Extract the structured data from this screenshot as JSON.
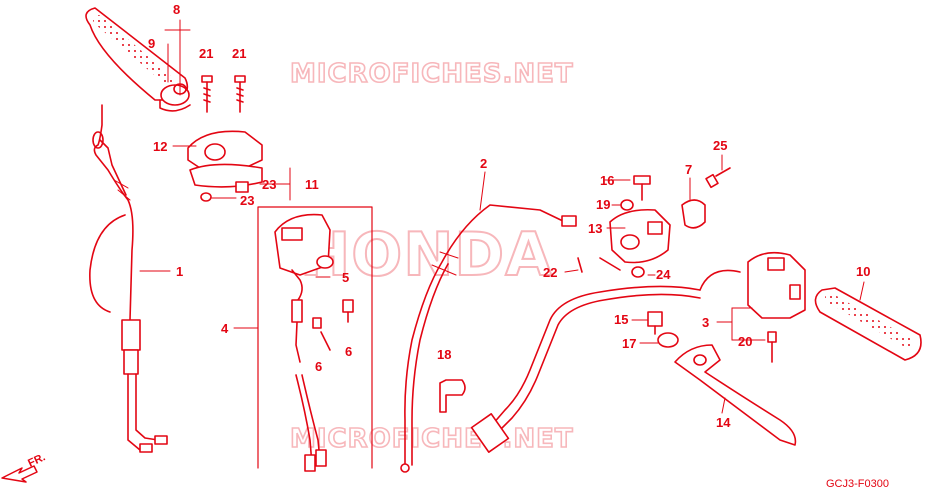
{
  "colors": {
    "line": "#e30613",
    "watermark": "#f7b7bb",
    "background": "#ffffff"
  },
  "watermarks": {
    "top": "MICROFICHES.NET",
    "center": "HONDA",
    "bottom": "MICROFICHES.NET"
  },
  "direction_arrow": {
    "label": "FR."
  },
  "diagram_code": "GCJ3-F0300",
  "callouts": {
    "c1": "1",
    "c2": "2",
    "c3": "3",
    "c4": "4",
    "c5": "5",
    "c6a": "6",
    "c6b": "6",
    "c7": "7",
    "c8": "8",
    "c9": "9",
    "c10": "10",
    "c11": "11",
    "c12": "12",
    "c13": "13",
    "c14": "14",
    "c15": "15",
    "c16": "16",
    "c17": "17",
    "c18": "18",
    "c19": "19",
    "c20": "20",
    "c21a": "21",
    "c21b": "21",
    "c22": "22",
    "c23a": "23",
    "c23b": "23",
    "c24": "24",
    "c25": "25"
  }
}
